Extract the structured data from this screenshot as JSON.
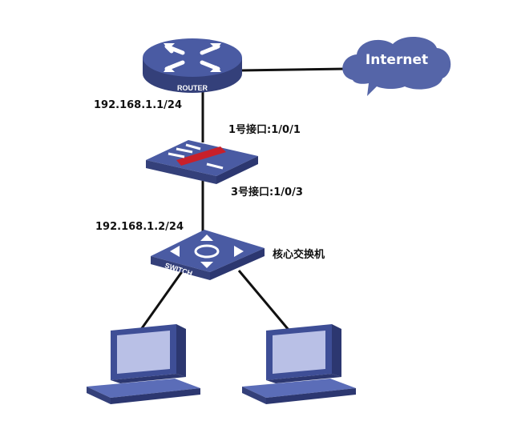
{
  "title": "Network topology",
  "colors": {
    "device": "#4a5ba3",
    "device_dark": "#34407a",
    "device_top": "#5b6db8",
    "cloud": "#5565a8",
    "firewall_bar": "#c8202a",
    "link": "#111111"
  },
  "nodes": {
    "router": {
      "label": "ROUTER",
      "icon": "router-icon"
    },
    "internet": {
      "label": "Internet",
      "icon": "cloud-icon"
    },
    "firewall": {
      "icon": "firewall-icon"
    },
    "switch": {
      "label": "SWITCH",
      "icon": "switch-icon",
      "name": "核心交换机"
    },
    "pc_left": {
      "icon": "pc-icon"
    },
    "pc_right": {
      "icon": "pc-icon"
    }
  },
  "labels": {
    "router_ip": "192.168.1.1/24",
    "fw_port_1": "1号接口:1/0/1",
    "fw_port_3": "3号接口:1/0/3",
    "switch_ip": "192.168.1.2/24"
  }
}
